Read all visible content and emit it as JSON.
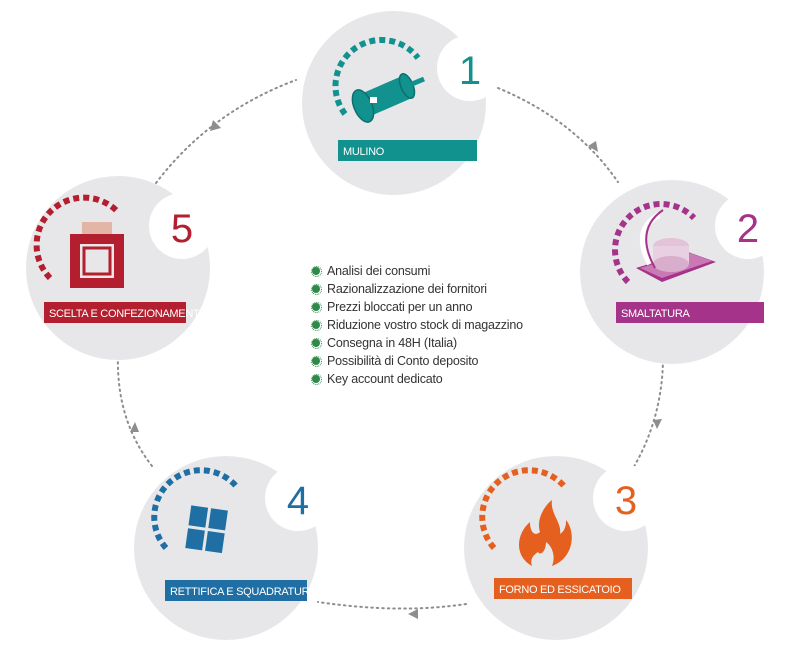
{
  "colors": {
    "circle": "#e7e7ea",
    "connector": "#8d8d90",
    "bullet": "#2f8a4a",
    "step1": "#11928f",
    "step2": "#a6338a",
    "step3": "#e55f1f",
    "step4": "#1f6fa4",
    "step5": "#b41f2f"
  },
  "steps": [
    {
      "number": "1",
      "label": "MULINO",
      "icon": "ball-mill-icon"
    },
    {
      "number": "2",
      "label": "SMALTATURA",
      "icon": "glaze-roller-icon"
    },
    {
      "number": "3",
      "label": "FORNO ED ESSICATOIO",
      "icon": "flame-icon"
    },
    {
      "number": "4",
      "label": "RETTIFICA E SQUADRATURA",
      "icon": "tile-window-icon"
    },
    {
      "number": "5",
      "label": "SCELTA  E CONFEZIONAMENTO",
      "icon": "packaging-icon"
    }
  ],
  "benefits": [
    "Analisi dei consumi",
    "Razionalizzazione dei fornitori",
    "Prezzi bloccati per un anno",
    "Riduzione vostro stock di magazzino",
    "Consegna in 48H (Italia)",
    "Possibilità di Conto deposito",
    "Key account dedicato"
  ]
}
